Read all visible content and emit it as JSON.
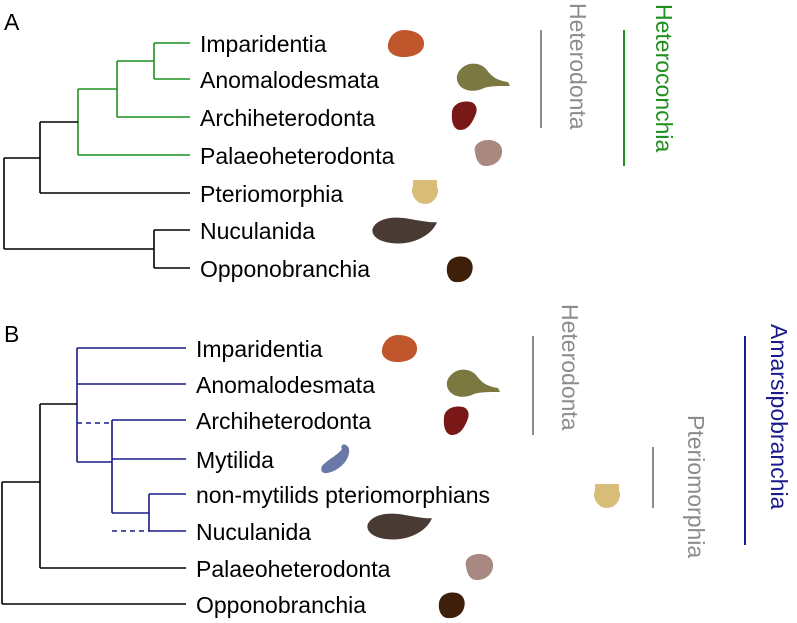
{
  "panel_a": {
    "panel_label": "A",
    "taxa": [
      "Imparidentia",
      "Anomalodesmata",
      "Archiheterodonta",
      "Palaeoheterodonta",
      "Pteriomorphia",
      "Nuculanida",
      "Opponobranchia"
    ],
    "clade_labels": {
      "heterodonta": "Heterodonta",
      "heteroconchia": "Heteroconchia"
    }
  },
  "panel_b": {
    "panel_label": "B",
    "taxa": [
      "Imparidentia",
      "Anomalodesmata",
      "Archiheterodonta",
      "Mytilida",
      "non-mytilids pteriomorphians",
      "Nuculanida",
      "Palaeoheterodonta",
      "Opponobranchia"
    ],
    "clade_labels": {
      "heterodonta": "Heterodonta",
      "pteriomorphia": "Pteriomorphia",
      "amarsipobranchia": "Amarsipobranchia"
    }
  },
  "colors": {
    "heteroconchia_branches": "#1f8f1f",
    "amarsipobranchia_branches": "#1a1a8c",
    "outgroup_branches": "#000000",
    "clade_bar_gray": "#8c8c8c",
    "heteroconchia_text": "#1f8f1f",
    "amarsipobranchia_text": "#1a1a8c"
  },
  "shell_icons": {
    "imparidentia": "#c0562c",
    "anomalodesmata": "#7c7842",
    "archiheterodonta": "#7a1818",
    "palaeoheterodonta": "#a88880",
    "pteriomorphia": "#d8bd78",
    "nuculanida": "#4a3a34",
    "opponobranchia": "#3e200a",
    "mytilida": "#6a78a8"
  }
}
